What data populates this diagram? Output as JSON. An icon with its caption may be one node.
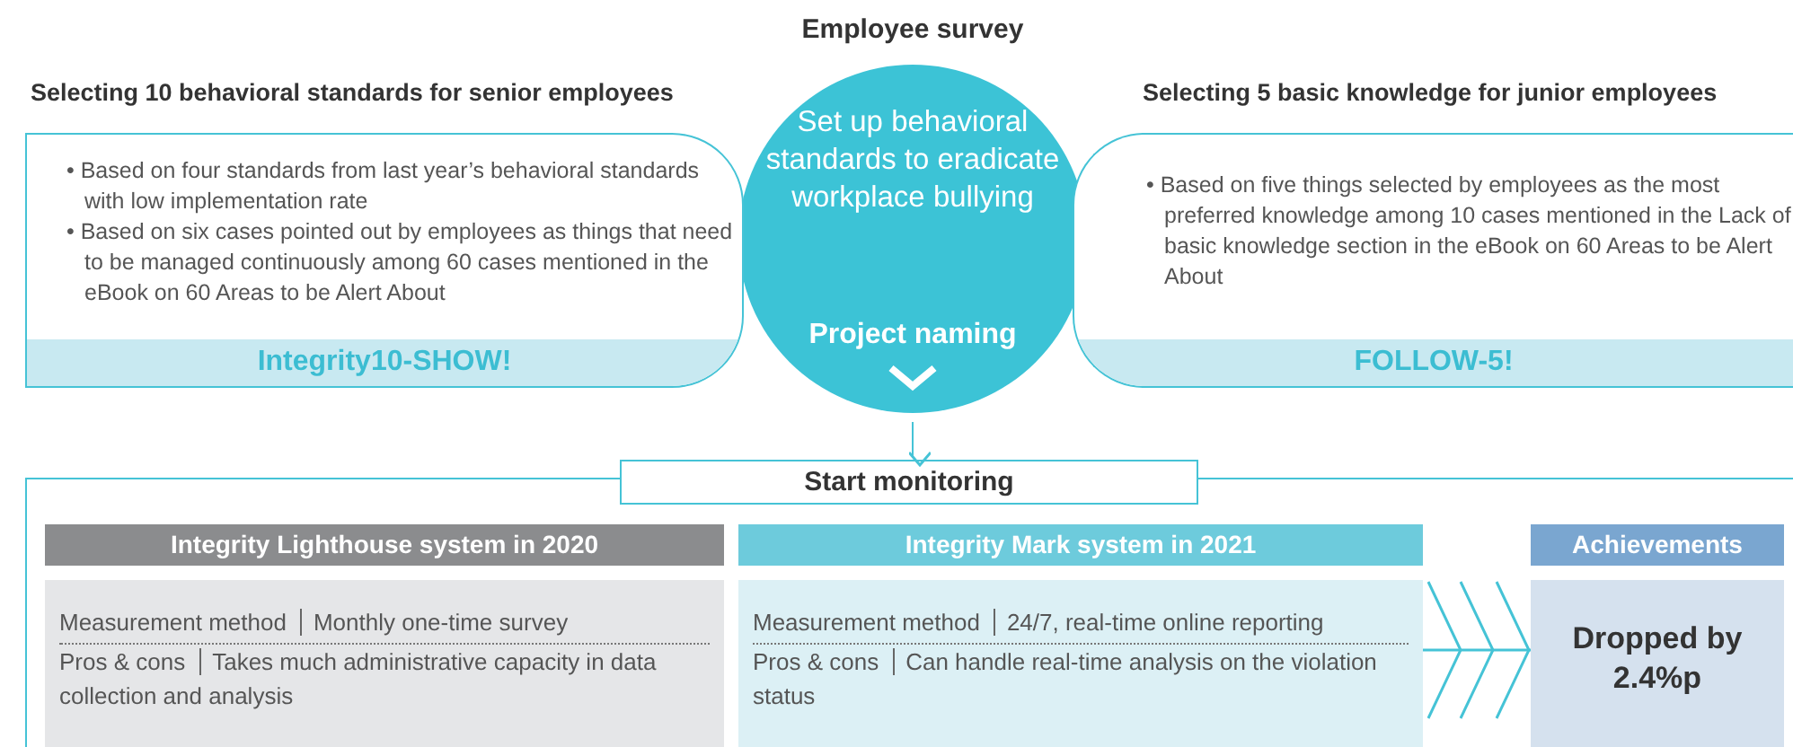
{
  "diagram": {
    "nodes": [
      {
        "text": [
          "Employee survey",
          "Set up behavioral standards to eradicate workplace bullying",
          "Project naming"
        ]
      },
      {
        "text": [
          "Selecting 10 behavioral standards for senior employees",
          "• Based on four standards from last year’s behavioral standards with low implementation rate",
          "• Based on six cases pointed out by employees as things that need to be managed continuously among 60 cases mentioned in the eBook on 60 Areas to be Alert About",
          "Integrity10-SHOW!"
        ]
      },
      {
        "text": [
          "Selecting 5 basic knowledge for junior employees",
          "• Based on five things selected by employees as the most preferred knowledge among 10 cases mentioned in the Lack of basic knowledge section in the eBook on 60 Areas to be Alert About",
          "FOLLOW-5!"
        ]
      },
      {
        "text": [
          "Start monitoring"
        ]
      },
      {
        "text": [
          "Integrity Lighthouse system in 2020",
          "Measurement method",
          "Monthly one-time survey",
          "Pros & cons",
          "Takes much administrative capacity in data collection and analysis"
        ],
        "in": 3
      },
      {
        "text": [
          "Integrity Mark system in 2021",
          "Measurement method",
          "24/7, real-time online reporting",
          "Pros & cons",
          "Can handle real-time analysis on the violation status"
        ],
        "in": 3
      },
      {
        "text": [
          "Achievements",
          "Dropped by 2.4%p"
        ],
        "in": 3
      }
    ],
    "edges": [
      {
        "from": 0,
        "to": 3,
        "arrow": "to"
      },
      {
        "from": 5,
        "to": 6,
        "arrow": "to"
      }
    ]
  }
}
